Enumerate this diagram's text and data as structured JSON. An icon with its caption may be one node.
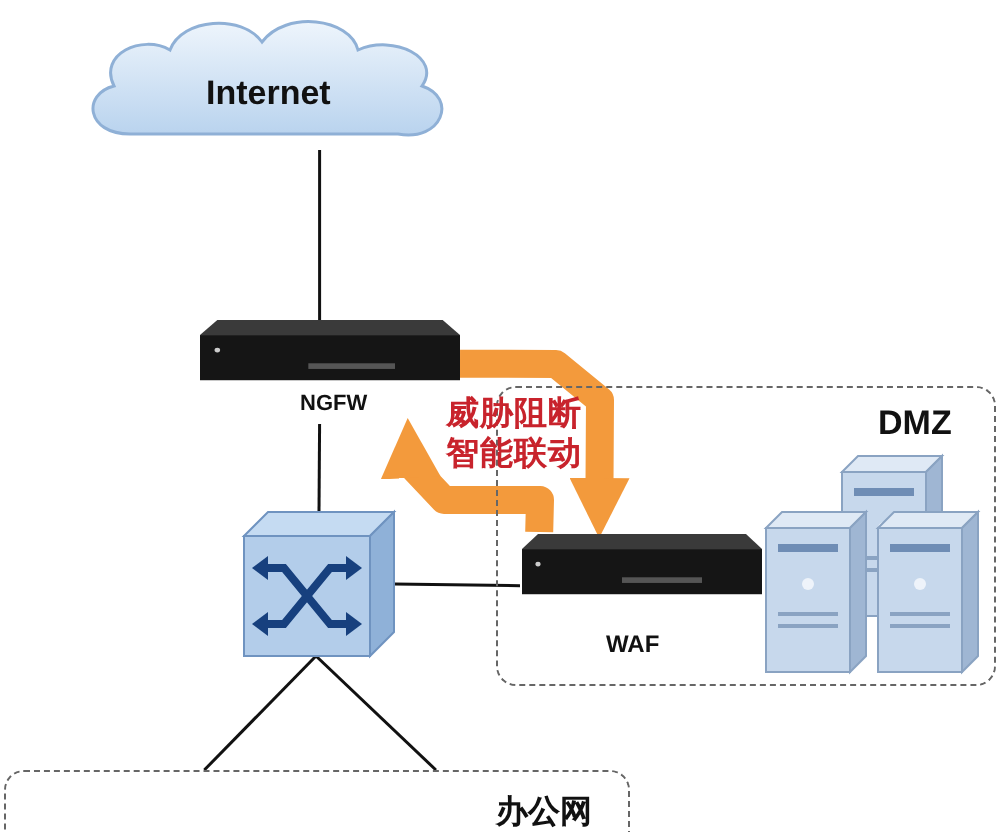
{
  "diagram": {
    "nodes": [
      {
        "text": [
          "Internet"
        ]
      },
      {
        "text": [
          "NGFW"
        ]
      },
      {
        "text": [],
        "shape": "picture"
      },
      {
        "text": [
          "DMZ"
        ]
      },
      {
        "text": [
          "WAF"
        ],
        "in": 3
      },
      {
        "text": [],
        "shape": "picture",
        "in": 3
      },
      {
        "text": [
          "办公网"
        ]
      }
    ],
    "edges": [
      {
        "from": 0,
        "to": 1,
        "arrow": "none"
      },
      {
        "from": 1,
        "to": 2,
        "arrow": "none"
      },
      {
        "from": 2,
        "to": 4,
        "arrow": "none"
      },
      {
        "from": 2,
        "to": 6,
        "arrow": "none"
      },
      {
        "from": 2,
        "to": 6,
        "arrow": "none"
      },
      {
        "from": 1,
        "to": 4,
        "arrow": "to",
        "style": "thick",
        "color": "#f39a3c"
      },
      {
        "from": 4,
        "to": 1,
        "arrow": "to",
        "style": "thick",
        "color": "#f39a3c"
      }
    ],
    "labels": [
      "威胁阻断智能联动"
    ]
  }
}
